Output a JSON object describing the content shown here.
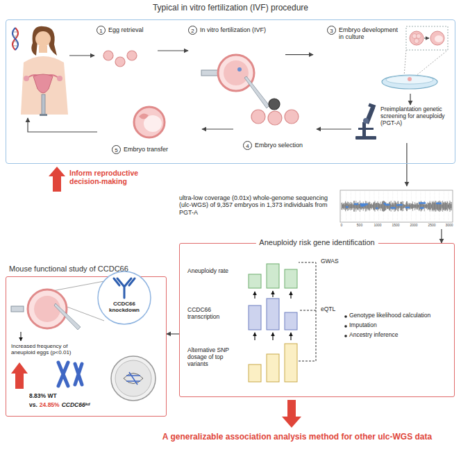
{
  "diagram": {
    "nodes": [
      {
        "text": [
          "Typical in vitro fertilization (IVF) procedure"
        ]
      },
      {
        "text": [
          "1",
          "Egg retrieval"
        ],
        "in": 0
      },
      {
        "text": [
          "2",
          "In vitro fertilization (IVF)"
        ],
        "in": 0
      },
      {
        "text": [
          "3",
          "Embryo development in culture"
        ],
        "in": 0
      },
      {
        "text": [
          "Preimplantation genetic screening for aneuploidy (PGT-A)"
        ],
        "in": 0
      },
      {
        "text": [
          "4",
          "Embryo selection"
        ],
        "in": 0
      },
      {
        "text": [
          "5",
          "Embryo transfer"
        ],
        "in": 0
      },
      {
        "text": [
          "ultra-low coverage (0.01x) whole-genome sequencing (ulc-WGS) of 9,357 embryos in 1,373 individuals from PGT-A"
        ]
      },
      {
        "text": [
          "Aneuploidy risk gene identification"
        ]
      },
      {
        "text": [
          "Mouse functional study of CCDC66"
        ]
      },
      {
        "text": [
          "CCDC66 knockdown"
        ],
        "in": 9
      }
    ],
    "edges": [
      {
        "from": 1,
        "to": 2,
        "arrow": "to"
      },
      {
        "from": 2,
        "to": 3,
        "arrow": "to"
      },
      {
        "from": 3,
        "to": 4,
        "arrow": "to"
      },
      {
        "from": 4,
        "to": 5,
        "arrow": "to"
      },
      {
        "from": 5,
        "to": 6,
        "arrow": "to"
      },
      {
        "from": 4,
        "to": 7,
        "arrow": "to"
      },
      {
        "from": 7,
        "to": 8,
        "arrow": "to"
      },
      {
        "from": 8,
        "to": 9,
        "arrow": "to"
      }
    ],
    "labels": [
      "Inform reproductive decision-making",
      "0",
      "500",
      "1000",
      "1500",
      "2000",
      "2500",
      "3000",
      "Aneuploidy rate",
      "CCDC66 transcription",
      "Alternative SNP dosage of top variants",
      "GWAS",
      "eQTL",
      "Genotype likelihood calculation",
      "Imputation",
      "Ancestry inference",
      "Increased frequency of aneuploid eggs (p<0.01)",
      "8.83% WT",
      "vs.",
      "24.85%",
      "CCDC66",
      "kd",
      "A generalizable association analysis method for other ulc-WGS data"
    ]
  }
}
